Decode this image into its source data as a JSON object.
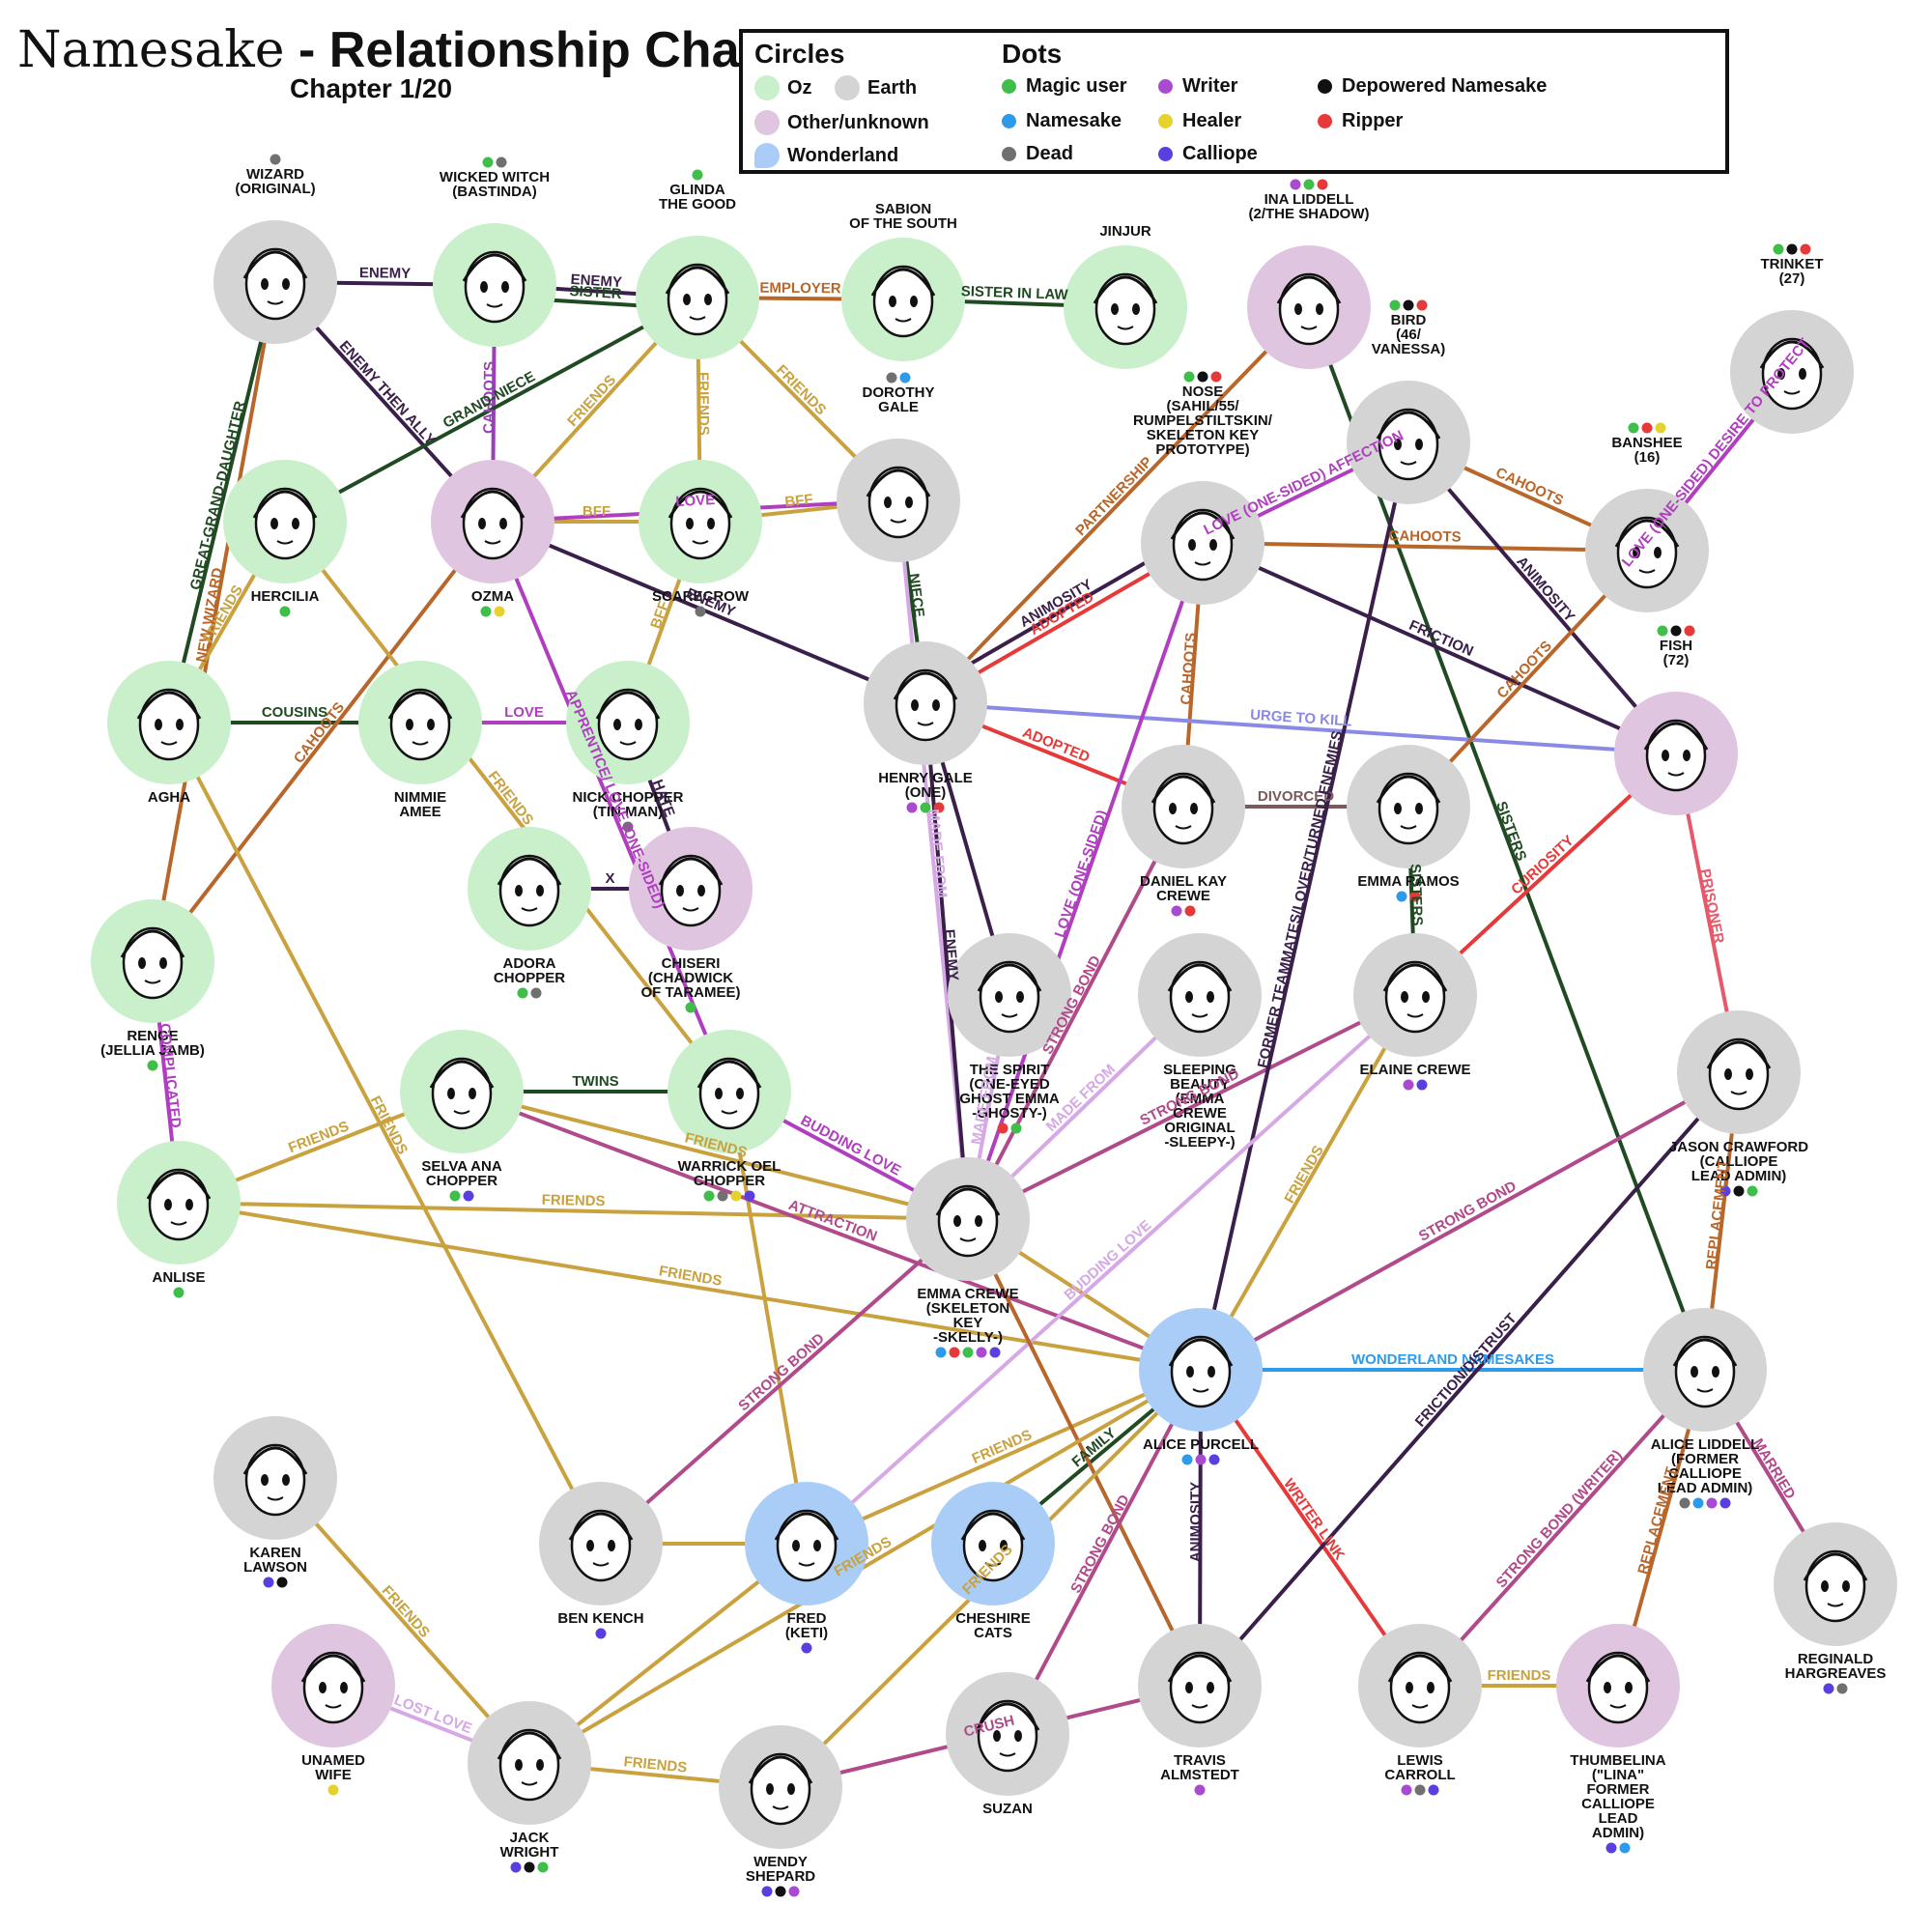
{
  "header": {
    "title_script": "Namesake",
    "title_bold": " - Relationship Chart",
    "chapter": "Chapter 1/20"
  },
  "legend": {
    "circles_title": "Circles",
    "dots_title": "Dots",
    "circles": [
      {
        "label": "Oz",
        "color": "#c9efcb"
      },
      {
        "label": "Earth",
        "color": "#d4d4d4"
      },
      {
        "label": "Other/unknown",
        "color": "#dfc5df"
      },
      {
        "label": "Wonderland",
        "color": "#a9cdf6"
      }
    ],
    "dots": [
      {
        "label": "Magic user",
        "color": "#3fbf4a"
      },
      {
        "label": "Namesake",
        "color": "#2e9bea"
      },
      {
        "label": "Dead",
        "color": "#707070"
      },
      {
        "label": "Writer",
        "color": "#a94ad1"
      },
      {
        "label": "Healer",
        "color": "#e6d22c"
      },
      {
        "label": "Calliope",
        "color": "#5a3fe0"
      },
      {
        "label": "Depowered Namesake",
        "color": "#111111"
      },
      {
        "label": "Ripper",
        "color": "#e63a3a"
      }
    ]
  },
  "colors": {
    "Oz": "#c9efcb",
    "Earth": "#d4d4d4",
    "Other": "#dfc5df",
    "Wonderland": "#a9cdf6",
    "g": "#3fbf4a",
    "n": "#2e9bea",
    "d": "#707070",
    "w": "#a94ad1",
    "h": "#e6d22c",
    "c": "#5a3fe0",
    "k": "#111111",
    "r": "#e63a3a"
  },
  "nodes": [
    {
      "id": "wizard",
      "label": [
        "WIZARD",
        "(ORIGINAL)"
      ],
      "type": "Earth",
      "dots": [
        "d"
      ]
    },
    {
      "id": "witch",
      "label": [
        "WICKED WITCH",
        "(BASTINDA)"
      ],
      "type": "Oz",
      "dots": [
        "g",
        "d"
      ]
    },
    {
      "id": "glinda",
      "label": [
        "GLINDA",
        "THE GOOD"
      ],
      "type": "Oz",
      "dots": [
        "g"
      ]
    },
    {
      "id": "sabion",
      "label": [
        "SABION",
        "OF THE SOUTH"
      ],
      "type": "Oz",
      "dots": []
    },
    {
      "id": "jinjur",
      "label": [
        "JINJUR"
      ],
      "type": "Oz",
      "dots": []
    },
    {
      "id": "ina",
      "label": [
        "INA LIDDELL",
        "(2/THE SHADOW)"
      ],
      "type": "Other",
      "dots": [
        "w",
        "g",
        "r"
      ]
    },
    {
      "id": "trinket",
      "label": [
        "TRINKET",
        "(27)"
      ],
      "type": "Earth",
      "dots": [
        "g",
        "k",
        "r"
      ]
    },
    {
      "id": "bird",
      "label": [
        "BIRD",
        "(46/",
        "VANESSA)"
      ],
      "type": "Earth",
      "dots": [
        "g",
        "k",
        "r"
      ]
    },
    {
      "id": "nose",
      "label": [
        "NOSE",
        "(SAHIL/55/",
        "RUMPELSTILTSKIN/",
        "SKELETON KEY",
        "PROTOTYPE)"
      ],
      "type": "Earth",
      "dots": [
        "g",
        "k",
        "r"
      ]
    },
    {
      "id": "banshee",
      "label": [
        "BANSHEE",
        "(16)"
      ],
      "type": "Earth",
      "dots": [
        "g",
        "r",
        "h"
      ]
    },
    {
      "id": "hercilia",
      "label": [
        "HERCILIA"
      ],
      "type": "Oz",
      "dots": [
        "g"
      ]
    },
    {
      "id": "ozma",
      "label": [
        "OZMA"
      ],
      "type": "Other",
      "dots": [
        "g",
        "h"
      ]
    },
    {
      "id": "scarecrow",
      "label": [
        "SCARECROW"
      ],
      "type": "Oz",
      "dots": [
        "d"
      ]
    },
    {
      "id": "dorothy",
      "label": [
        "DOROTHY",
        "GALE"
      ],
      "type": "Earth",
      "dots": [
        "d",
        "n"
      ]
    },
    {
      "id": "fish",
      "label": [
        "FISH",
        "(72)"
      ],
      "type": "Other",
      "dots": [
        "g",
        "k",
        "r"
      ]
    },
    {
      "id": "agha",
      "label": [
        "AGHA"
      ],
      "type": "Oz",
      "dots": []
    },
    {
      "id": "nimmie",
      "label": [
        "NIMMIE",
        "AMEE"
      ],
      "type": "Oz",
      "dots": []
    },
    {
      "id": "nick",
      "label": [
        "NICK CHOPPER",
        "(TIN MAN)"
      ],
      "type": "Oz",
      "dots": [
        "d"
      ]
    },
    {
      "id": "henry",
      "label": [
        "HENRY GALE",
        "(ONE)"
      ],
      "type": "Earth",
      "dots": [
        "w",
        "g",
        "r"
      ]
    },
    {
      "id": "daniel",
      "label": [
        "DANIEL KAY",
        "CREWE"
      ],
      "type": "Earth",
      "dots": [
        "w",
        "r"
      ]
    },
    {
      "id": "ramos",
      "label": [
        "EMMA RAMOS"
      ],
      "type": "Earth",
      "dots": [
        "n",
        "r"
      ]
    },
    {
      "id": "renge",
      "label": [
        "RENGE",
        "(JELLIA JAMB)"
      ],
      "type": "Oz",
      "dots": [
        "g"
      ]
    },
    {
      "id": "adora",
      "label": [
        "ADORA",
        "CHOPPER"
      ],
      "type": "Oz",
      "dots": [
        "g",
        "d"
      ]
    },
    {
      "id": "chiseri",
      "label": [
        "CHISERI",
        "(CHADWICK",
        "OF TARAMEE)"
      ],
      "type": "Other",
      "dots": [
        "g"
      ]
    },
    {
      "id": "spirit",
      "label": [
        "THE SPIRIT",
        "(ONE-EYED",
        "GHOST EMMA",
        "-GHOSTY-)"
      ],
      "type": "Earth",
      "dots": [
        "r",
        "g"
      ]
    },
    {
      "id": "sleepy",
      "label": [
        "SLEEPING",
        "BEAUTY",
        "(EMMA",
        "CREWE",
        "ORIGINAL",
        "-SLEEPY-)"
      ],
      "type": "Earth",
      "dots": []
    },
    {
      "id": "elaine",
      "label": [
        "ELAINE CREWE"
      ],
      "type": "Earth",
      "dots": [
        "w",
        "c"
      ]
    },
    {
      "id": "jason",
      "label": [
        "JASON CRAWFORD",
        "(CALLIOPE",
        "LEAD ADMIN)"
      ],
      "type": "Earth",
      "dots": [
        "c",
        "k",
        "g"
      ]
    },
    {
      "id": "anlise",
      "label": [
        "ANLISE"
      ],
      "type": "Oz",
      "dots": [
        "g"
      ]
    },
    {
      "id": "selva",
      "label": [
        "SELVA ANA",
        "CHOPPER"
      ],
      "type": "Oz",
      "dots": [
        "g",
        "c"
      ]
    },
    {
      "id": "warrick",
      "label": [
        "WARRICK OEL",
        "CHOPPER"
      ],
      "type": "Oz",
      "dots": [
        "g",
        "d",
        "h",
        "c"
      ]
    },
    {
      "id": "emma",
      "label": [
        "EMMA CREWE",
        "(SKELETON",
        "KEY",
        "-SKELLY-)"
      ],
      "type": "Earth",
      "dots": [
        "n",
        "r",
        "g",
        "w",
        "c"
      ]
    },
    {
      "id": "alicep",
      "label": [
        "ALICE PURCELL"
      ],
      "type": "Wonderland",
      "dots": [
        "n",
        "w",
        "c"
      ]
    },
    {
      "id": "aliced",
      "label": [
        "ALICE LIDDELL",
        "(FORMER",
        "CALLIOPE",
        "LEAD ADMIN)"
      ],
      "type": "Earth",
      "dots": [
        "d",
        "n",
        "w",
        "c"
      ]
    },
    {
      "id": "karen",
      "label": [
        "KAREN",
        "LAWSON"
      ],
      "type": "Earth",
      "dots": [
        "c",
        "k"
      ]
    },
    {
      "id": "ben",
      "label": [
        "BEN KENCH"
      ],
      "type": "Earth",
      "dots": [
        "c"
      ]
    },
    {
      "id": "fred",
      "label": [
        "FRED",
        "(KETI)"
      ],
      "type": "Wonderland",
      "dots": [
        "c"
      ]
    },
    {
      "id": "cheshire",
      "label": [
        "CHESHIRE",
        "CATS"
      ],
      "type": "Wonderland",
      "dots": []
    },
    {
      "id": "reginald",
      "label": [
        "REGINALD",
        "HARGREAVES"
      ],
      "type": "Earth",
      "dots": [
        "c",
        "d"
      ]
    },
    {
      "id": "unnamed",
      "label": [
        "UNAMED",
        "WIFE"
      ],
      "type": "Other",
      "dots": [
        "h"
      ]
    },
    {
      "id": "jack",
      "label": [
        "JACK",
        "WRIGHT"
      ],
      "type": "Earth",
      "dots": [
        "c",
        "k",
        "g"
      ]
    },
    {
      "id": "wendy",
      "label": [
        "WENDY",
        "SHEPARD"
      ],
      "type": "Earth",
      "dots": [
        "c",
        "k",
        "w"
      ]
    },
    {
      "id": "suzan",
      "label": [
        "SUZAN"
      ],
      "type": "Earth",
      "dots": []
    },
    {
      "id": "travis",
      "label": [
        "TRAVIS",
        "ALMSTEDT"
      ],
      "type": "Earth",
      "dots": [
        "w"
      ]
    },
    {
      "id": "lewis",
      "label": [
        "LEWIS",
        "CARROLL"
      ],
      "type": "Earth",
      "dots": [
        "w",
        "d",
        "c"
      ]
    },
    {
      "id": "thumbelina",
      "label": [
        "THUMBELINA",
        "(\"LINA\"",
        "FORMER",
        "CALLIOPE",
        "LEAD",
        "ADMIN)"
      ],
      "type": "Other",
      "dots": [
        "c",
        "n"
      ]
    }
  ],
  "edges": [
    {
      "a": "wizard",
      "b": "witch",
      "label": "ENEMY",
      "color": "#3a1f4a"
    },
    {
      "a": "witch",
      "b": "glinda",
      "label": "ENEMY",
      "color": "#3a1f4a"
    },
    {
      "a": "witch",
      "b": "glinda",
      "label": "SISTER",
      "color": "#1f4a22"
    },
    {
      "a": "glinda",
      "b": "sabion",
      "label": "EMPLOYER",
      "color": "#b8662a"
    },
    {
      "a": "sabion",
      "b": "jinjur",
      "label": "SISTER IN LAW",
      "color": "#1f4a22"
    },
    {
      "a": "wizard",
      "b": "ozma",
      "label": "ENEMY THEN ALLY",
      "color": "#3a1f4a"
    },
    {
      "a": "witch",
      "b": "ozma",
      "label": "CAHOOTS",
      "color": "#9a3fb8"
    },
    {
      "a": "glinda",
      "b": "hercilia",
      "label": "GRAND-NIECE",
      "color": "#1f4a22"
    },
    {
      "a": "glinda",
      "b": "ozma",
      "label": "FRIENDS",
      "color": "#c9a23f"
    },
    {
      "a": "glinda",
      "b": "scarecrow",
      "label": "FRIENDS",
      "color": "#c9a23f"
    },
    {
      "a": "glinda",
      "b": "dorothy",
      "label": "FRIENDS",
      "color": "#c9a23f"
    },
    {
      "a": "ozma",
      "b": "scarecrow",
      "label": "BFF",
      "color": "#c9a23f"
    },
    {
      "a": "scarecrow",
      "b": "dorothy",
      "label": "BFF",
      "color": "#c9a23f"
    },
    {
      "a": "ozma",
      "b": "dorothy",
      "label": "LOVE",
      "color": "#b03fc0"
    },
    {
      "a": "ozma",
      "b": "henry",
      "label": "ENEMY",
      "color": "#3a1f4a"
    },
    {
      "a": "scarecrow",
      "b": "nick",
      "label": "BFF",
      "color": "#c9a23f"
    },
    {
      "a": "dorothy",
      "b": "henry",
      "label": "NIECE",
      "color": "#1f4a22"
    },
    {
      "a": "dorothy",
      "b": "emma",
      "label": "MADE FROM",
      "color": "#d6a8e6"
    },
    {
      "a": "ina",
      "b": "henry",
      "label": "PARTNERSHIP",
      "color": "#b8662a"
    },
    {
      "a": "ina",
      "b": "aliced",
      "label": "SISTERS",
      "color": "#1f4a22"
    },
    {
      "a": "wizard",
      "b": "renge",
      "label": "NEW WIZARD",
      "color": "#b8662a"
    },
    {
      "a": "wizard",
      "b": "agha",
      "label": "GREAT-GRAND-DAUGHTER",
      "color": "#1f4a22"
    },
    {
      "a": "hercilia",
      "b": "agha",
      "label": "FRIENDS",
      "color": "#c9a23f"
    },
    {
      "a": "agha",
      "b": "nimmie",
      "label": "COUSINS",
      "color": "#1f4a22"
    },
    {
      "a": "ozma",
      "b": "renge",
      "label": "CAHOOTS",
      "color": "#b8662a"
    },
    {
      "a": "nimmie",
      "b": "nick",
      "label": "LOVE",
      "color": "#b03fc0"
    },
    {
      "a": "nick",
      "b": "chiseri",
      "label": "HATE",
      "color": "#3a1f4a"
    },
    {
      "a": "adora",
      "b": "chiseri",
      "label": "X",
      "color": "#3a1f4a"
    },
    {
      "a": "ozma",
      "b": "warrick",
      "label": "APPRENTICE/ LOVE (ONE-SIDED)",
      "color": "#b03fc0"
    },
    {
      "a": "nose",
      "b": "henry",
      "label": "ADOPTED",
      "color": "#e63a3a"
    },
    {
      "a": "nose",
      "b": "henry",
      "label": "ANIMOSITY",
      "color": "#3a1f4a"
    },
    {
      "a": "nose",
      "b": "bird",
      "label": "LOVE (ONE-SIDED) AFFECTION",
      "color": "#b03fc0"
    },
    {
      "a": "nose",
      "b": "banshee",
      "label": "CAHOOTS",
      "color": "#b8662a"
    },
    {
      "a": "bird",
      "b": "banshee",
      "label": "CAHOOTS",
      "color": "#b8662a"
    },
    {
      "a": "bird",
      "b": "fish",
      "label": "ANIMOSITY",
      "color": "#3a1f4a"
    },
    {
      "a": "trinket",
      "b": "banshee",
      "label": "LOVE (ONE-SIDED) DESIRE TO PROTECT",
      "color": "#b03fc0"
    },
    {
      "a": "nose",
      "b": "daniel",
      "label": "CAHOOTS",
      "color": "#b8662a"
    },
    {
      "a": "nose",
      "b": "fish",
      "label": "FRICTION",
      "color": "#3a1f4a"
    },
    {
      "a": "henry",
      "b": "fish",
      "label": "URGE TO KILL",
      "color": "#8a8ae6"
    },
    {
      "a": "henry",
      "b": "daniel",
      "label": "ADOPTED",
      "color": "#e63a3a"
    },
    {
      "a": "banshee",
      "b": "ramos",
      "label": "CAHOOTS",
      "color": "#b8662a"
    },
    {
      "a": "daniel",
      "b": "ramos",
      "label": "DIVORCED",
      "color": "#7a5a5a"
    },
    {
      "a": "fish",
      "b": "elaine",
      "label": "CURIOSITY",
      "color": "#e63a3a"
    },
    {
      "a": "fish",
      "b": "jason",
      "label": "PRISONER",
      "color": "#e6586a"
    },
    {
      "a": "henry",
      "b": "emma",
      "label": "ENEMY",
      "color": "#3a1f4a"
    },
    {
      "a": "henry",
      "b": "spirit",
      "label": "",
      "color": "#3a1f4a"
    },
    {
      "a": "nose",
      "b": "emma",
      "label": "LOVE (ONE-SIDED)",
      "color": "#b03fc0"
    },
    {
      "a": "daniel",
      "b": "emma",
      "label": "STRONG BOND",
      "color": "#b04a8a"
    },
    {
      "a": "spirit",
      "b": "emma",
      "label": "MADE FROM",
      "color": "#d6a8e6"
    },
    {
      "a": "sleepy",
      "b": "emma",
      "label": "MADE FROM",
      "color": "#d6a8e6"
    },
    {
      "a": "elaine",
      "b": "emma",
      "label": "STRONG BOND",
      "color": "#b04a8a"
    },
    {
      "a": "selva",
      "b": "warrick",
      "label": "TWINS",
      "color": "#1f4a22"
    },
    {
      "a": "renge",
      "b": "anlise",
      "label": "COMPLICATED",
      "color": "#b03fc0"
    },
    {
      "a": "anlise",
      "b": "selva",
      "label": "FRIENDS",
      "color": "#c9a23f"
    },
    {
      "a": "anlise",
      "b": "emma",
      "label": "FRIENDS",
      "color": "#c9a23f"
    },
    {
      "a": "selva",
      "b": "emma",
      "label": "FRIENDS",
      "color": "#c9a23f"
    },
    {
      "a": "warrick",
      "b": "emma",
      "label": "BUDDING LOVE",
      "color": "#b03fc0"
    },
    {
      "a": "hercilia",
      "b": "warrick",
      "label": "FRIENDS",
      "color": "#c9a23f"
    },
    {
      "a": "warrick",
      "b": "fred",
      "label": "",
      "color": "#c9a23f"
    },
    {
      "a": "selva",
      "b": "alicep",
      "label": "ATTRACTION",
      "color": "#b04a8a"
    },
    {
      "a": "anlise",
      "b": "alicep",
      "label": "FRIENDS",
      "color": "#c9a23f"
    },
    {
      "a": "agha",
      "b": "ben",
      "label": "FRIENDS",
      "color": "#c9a23f"
    },
    {
      "a": "emma",
      "b": "alicep",
      "label": "",
      "color": "#c9a23f"
    },
    {
      "a": "elaine",
      "b": "alicep",
      "label": "FRIENDS",
      "color": "#c9a23f"
    },
    {
      "a": "jason",
      "b": "alicep",
      "label": "STRONG BOND",
      "color": "#b04a8a"
    },
    {
      "a": "bird",
      "b": "alicep",
      "label": "FORMER TEAMMATES/LOVER/TURNED ENEMIES",
      "color": "#3a1f4a"
    },
    {
      "a": "jason",
      "b": "aliced",
      "label": "REPLACEMENT",
      "color": "#b8662a"
    },
    {
      "a": "alicep",
      "b": "aliced",
      "label": "WONDERLAND NAMESAKES",
      "color": "#2e9bea"
    },
    {
      "a": "aliced",
      "b": "reginald",
      "label": "MARRIED",
      "color": "#b04a8a"
    },
    {
      "a": "alicep",
      "b": "cheshire",
      "label": "FAMILY",
      "color": "#1f4a22"
    },
    {
      "a": "alicep",
      "b": "travis",
      "label": "ANIMOSITY",
      "color": "#3a1f4a"
    },
    {
      "a": "alicep",
      "b": "lewis",
      "label": "WRITER LINK",
      "color": "#e63a3a"
    },
    {
      "a": "jason",
      "b": "travis",
      "label": "FRICTION/DISTRUST",
      "color": "#3a1f4a"
    },
    {
      "a": "emma",
      "b": "ben",
      "label": "STRONG BOND",
      "color": "#b04a8a"
    },
    {
      "a": "elaine",
      "b": "fred",
      "label": "BUDDING LOVE",
      "color": "#d6a8e6"
    },
    {
      "a": "alicep",
      "b": "fred",
      "label": "FRIENDS",
      "color": "#c9a23f"
    },
    {
      "a": "ben",
      "b": "fred",
      "label": "",
      "color": "#c9a23f"
    },
    {
      "a": "emma",
      "b": "travis",
      "label": "",
      "color": "#b8662a"
    },
    {
      "a": "karen",
      "b": "jack",
      "label": "FRIENDS",
      "color": "#c9a23f"
    },
    {
      "a": "unnamed",
      "b": "jack",
      "label": "LOST LOVE",
      "color": "#d6a8e6"
    },
    {
      "a": "jack",
      "b": "wendy",
      "label": "FRIENDS",
      "color": "#c9a23f"
    },
    {
      "a": "jack",
      "b": "alicep",
      "label": "FRIENDS",
      "color": "#c9a23f"
    },
    {
      "a": "wendy",
      "b": "alicep",
      "label": "FRIENDS",
      "color": "#c9a23f"
    },
    {
      "a": "fred",
      "b": "jack",
      "label": "",
      "color": "#c9a23f"
    },
    {
      "a": "alicep",
      "b": "suzan",
      "label": "STRONG BOND",
      "color": "#b04a8a"
    },
    {
      "a": "wendy",
      "b": "travis",
      "label": "CRUSH",
      "color": "#b04a8a"
    },
    {
      "a": "aliced",
      "b": "lewis",
      "label": "STRONG BOND (WRITER)",
      "color": "#b04a8a"
    },
    {
      "a": "lewis",
      "b": "thumbelina",
      "label": "FRIENDS",
      "color": "#c9a23f"
    },
    {
      "a": "aliced",
      "b": "thumbelina",
      "label": "REPLACEMENT",
      "color": "#b8662a"
    },
    {
      "a": "ramos",
      "b": "elaine",
      "label": "SISTERS",
      "color": "#1f4a22"
    }
  ]
}
